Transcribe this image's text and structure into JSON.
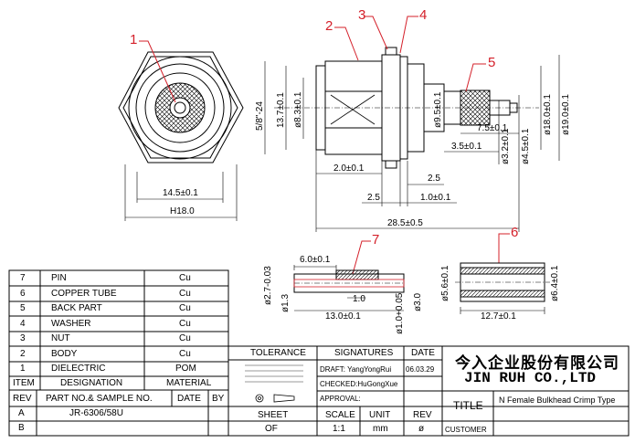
{
  "callouts": [
    "1",
    "2",
    "3",
    "4",
    "5",
    "6",
    "7"
  ],
  "front_view": {
    "dim_width": "14.5±0.1",
    "dim_hex": "H18.0"
  },
  "side_view": {
    "thread": "5/8\"-24",
    "d1": "13.7±0.1",
    "d2": "ø8.3±0.1",
    "d3": "ø9.5±0.1",
    "d4": "ø3.2±0.1",
    "d5": "ø4.5±0.1",
    "d6": "ø18.0±0.1",
    "d7": "ø19.0±0.1",
    "l1": "7.5±0.1",
    "l2": "3.5±0.1",
    "l3": "2.0±0.1",
    "l4": "2.5",
    "l5": "2.5",
    "l6": "1.0±0.1",
    "l7": "28.5±0.5"
  },
  "dielectric_view": {
    "top": "6.0±0.1",
    "d1": "ø2.7-0.03",
    "d2": "ø1.3",
    "d3": "ø1.0+0.05",
    "d4": "ø3.0",
    "l1": "1.0",
    "l2": "13.0±0.1"
  },
  "tube_view": {
    "d1": "ø5.6±0.1",
    "d2": "ø6.4±0.1",
    "l1": "12.7±0.1"
  },
  "bom": {
    "rows": [
      {
        "item": "7",
        "designation": "PIN",
        "material": "Cu"
      },
      {
        "item": "6",
        "designation": "COPPER TUBE",
        "material": "Cu"
      },
      {
        "item": "5",
        "designation": "BACK PART",
        "material": "Cu"
      },
      {
        "item": "4",
        "designation": "WASHER",
        "material": "Cu"
      },
      {
        "item": "3",
        "designation": "NUT",
        "material": "Cu"
      },
      {
        "item": "2",
        "designation": "BODY",
        "material": "Cu"
      },
      {
        "item": "1",
        "designation": "DIELECTRIC",
        "material": "POM"
      }
    ],
    "header": {
      "item": "ITEM",
      "designation": "DESIGNATION",
      "material": "MATERIAL"
    }
  },
  "rev_table": {
    "header": {
      "rev": "REV",
      "part": "PART NO.& SAMPLE NO.",
      "date": "DATE",
      "by": "BY"
    },
    "rows": [
      {
        "rev": "A",
        "part": "JR-6306/58U"
      },
      {
        "rev": "B",
        "part": ""
      }
    ]
  },
  "title_block": {
    "tolerance_label": "TOLERANCE",
    "signatures_label": "SIGNATURES",
    "date_label": "DATE",
    "draft": "DRAFT: YangYongRui",
    "checked": "CHECKED:HuGongXue",
    "approval": "APPROVAL:",
    "date_value": "06.03.29",
    "company_cn": "今入企业股份有限公司",
    "company_en": "JIN  RUH  CO.,LTD",
    "title_label": "TITLE",
    "title_value": "N Female Bulkhead Crimp Type",
    "sheet_label": "SHEET",
    "scale_label": "SCALE",
    "unit_label": "UNIT",
    "rev_label": "REV",
    "of_label": "OF",
    "scale_value": "1:1",
    "unit_value": "mm",
    "rev_value": "ø",
    "customer_label": "CUSTOMER"
  }
}
